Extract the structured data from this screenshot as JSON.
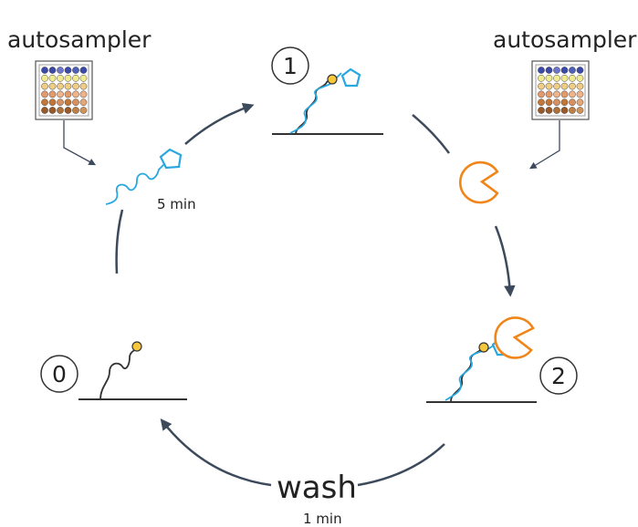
{
  "autosampler_left": {
    "label": "autosampler"
  },
  "autosampler_right": {
    "label": "autosampler"
  },
  "incubation": {
    "time": "5 min"
  },
  "wash": {
    "label": "wash",
    "time": "1 min"
  },
  "steps": {
    "s0": "0",
    "s1": "1",
    "s2": "2"
  },
  "colors": {
    "dna_blue": "#29a8e0",
    "enzyme_orange": "#f0861a",
    "bead_yellow": "#f5c73c",
    "arrow": "#3c4a5c",
    "line": "#333333"
  },
  "plate_colors": [
    [
      "#3b4aa8",
      "#3b4aa8",
      "#6e74c8",
      "#3b4aa8",
      "#5060b8",
      "#3b4aa8"
    ],
    [
      "#f2ea8e",
      "#f2ea8e",
      "#f2ea8e",
      "#f2ea8e",
      "#f2ea8e",
      "#f2ea8e"
    ],
    [
      "#f0cd85",
      "#f0cd85",
      "#f0cd85",
      "#f0cd85",
      "#f0cd85",
      "#f0cd85"
    ],
    [
      "#e49a6a",
      "#e49a6a",
      "#f0b48a",
      "#e49a6a",
      "#f0b48a",
      "#f0b48a"
    ],
    [
      "#c47638",
      "#c47638",
      "#d89060",
      "#c47638",
      "#d89060",
      "#e4a878"
    ],
    [
      "#9a5a28",
      "#9a5a28",
      "#b07038",
      "#9a5a28",
      "#c07f44",
      "#d09456"
    ]
  ]
}
